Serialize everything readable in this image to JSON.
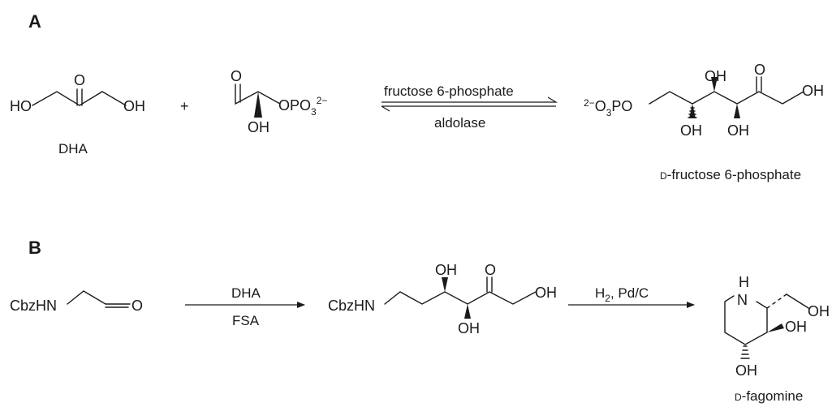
{
  "panels": {
    "a": "A",
    "b": "B"
  },
  "scheme_a": {
    "dha": {
      "ho": "HO",
      "o": "O",
      "oh": "OH",
      "name": "DHA"
    },
    "plus": "+",
    "g3p": {
      "o": "O",
      "oh": "OH",
      "ophos": "OPO",
      "ophos_sub": "3",
      "ophos_charge": "2−"
    },
    "enzyme_top": "fructose 6-phosphate",
    "enzyme_bottom": "aldolase",
    "product": {
      "phos_charge": "2−",
      "phos_o": "O",
      "phos_sub": "3",
      "phos_po": "PO",
      "oh_top": "OH",
      "o_top": "O",
      "oh_right": "OH",
      "oh_b1": "OH",
      "oh_b2": "OH",
      "name_prefix": "D",
      "name_rest": "-fructose 6-phosphate"
    }
  },
  "scheme_b": {
    "substrate": {
      "cbzhn": "CbzHN",
      "o": "O"
    },
    "reagent_top": "DHA",
    "reagent_bottom": "FSA",
    "intermediate": {
      "cbzhn": "CbzHN",
      "oh_top": "OH",
      "o_top": "O",
      "oh_right": "OH",
      "oh_bottom": "OH"
    },
    "step2_reagent_h": "H",
    "step2_reagent_sub": "2",
    "step2_reagent_rest": ", Pd/C",
    "product": {
      "h": "H",
      "n": "N",
      "oh_ch2": "OH",
      "oh_3": "OH",
      "oh_4": "OH",
      "name_prefix": "D",
      "name_rest": "-fagomine"
    }
  }
}
